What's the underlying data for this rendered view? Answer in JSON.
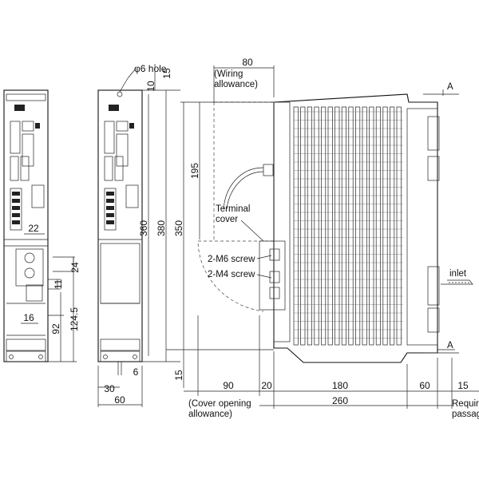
{
  "dimensions": {
    "wiring_allowance_value": "80",
    "wiring_allowance_label_1": "(Wiring",
    "wiring_allowance_label_2": "allowance)",
    "hole_label": "φ6 hole",
    "top_15": "15",
    "top_10": "10",
    "height_360": "360",
    "height_380": "380",
    "height_350": "350",
    "height_195": "195",
    "bottom_15": "15",
    "d22": "22",
    "d24": "24",
    "d11": "11",
    "d16": "16",
    "d92": "92",
    "d124_5": "124.5",
    "d30": "30",
    "d6": "6",
    "d60_front": "60",
    "d90": "90",
    "d20": "20",
    "d180": "180",
    "d60_side": "60",
    "d15_side": "15",
    "d260": "260",
    "cover_opening_1": "(Cover opening",
    "cover_opening_2": "allowance)",
    "required_1": "Requir",
    "required_2": "passag"
  },
  "labels": {
    "terminal_cover_1": "Terminal",
    "terminal_cover_2": "cover",
    "m6_screw": "2-M6 screw",
    "m4_screw": "2-M4 screw",
    "inlet": "inlet",
    "section_a_top": "A",
    "section_a_bottom": "A"
  }
}
